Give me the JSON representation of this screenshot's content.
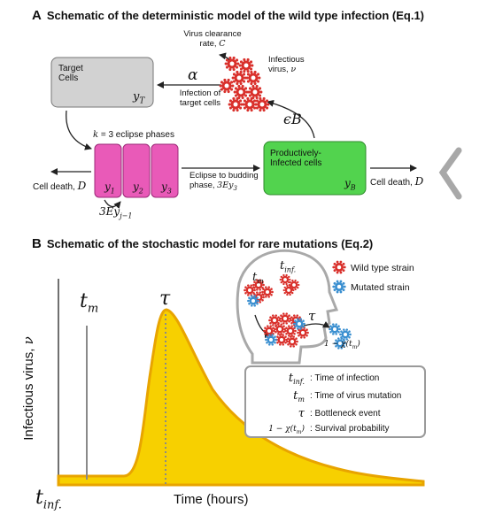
{
  "panel_a": {
    "letter": "A",
    "title": "Schematic of the deterministic model of the wild type infection (Eq.1)",
    "target_cells": {
      "label_line1": "Target",
      "label_line2": "Cells",
      "var": "y",
      "var_sub": "T"
    },
    "virus_clearance": {
      "line1": "Virus clearance",
      "line2_text": "rate, ",
      "line2_var": "C"
    },
    "infectious_virus": {
      "line1": "Infectious",
      "line2_text": "virus, ",
      "line2_var": "ν"
    },
    "alpha": "α",
    "infection_of_target": {
      "line1": "Infection of",
      "line2": "target cells"
    },
    "epsilon_b": "ϵB",
    "eclipse_label": {
      "k": "k",
      "text": " = 3 eclipse phases"
    },
    "eclipse_boxes": [
      {
        "var": "y",
        "sub": "1"
      },
      {
        "var": "y",
        "sub": "2"
      },
      {
        "var": "y",
        "sub": "3"
      }
    ],
    "cell_death_left": {
      "text": "Cell death, ",
      "var": "D"
    },
    "three_e": {
      "main": "3Ey",
      "sub": "j−1"
    },
    "eclipse_to_budding": {
      "line1": "Eclipse to budding",
      "line2_text": "phase, ",
      "line2_var": "3Ey",
      "line2_sub": "3"
    },
    "productive": {
      "line1": "Productively-",
      "line2": "Infected cells",
      "var": "y",
      "var_sub": "B"
    },
    "cell_death_right": {
      "text": "Cell death, ",
      "var": "D"
    }
  },
  "panel_b": {
    "letter": "B",
    "title": "Schematic of the stochastic model for rare mutations (Eq.2)",
    "ylabel": "Infectious virus, ",
    "ylabel_var": "ν",
    "xlabel": "Time (hours)",
    "t_m": {
      "main": "t",
      "sub": "m"
    },
    "tau": "τ",
    "t_inf": {
      "main": "t",
      "sub": "inf."
    },
    "head": {
      "t_inf": {
        "main": "t",
        "sub": "inf."
      },
      "t_m": {
        "main": "t",
        "sub": "m"
      },
      "tau": "τ",
      "survival": "1 − χ(t",
      "survival_sub": "m",
      "survival_end": ")"
    },
    "legend": [
      {
        "label": "Wild type strain",
        "color": "#d9302b"
      },
      {
        "label": "Mutated strain",
        "color": "#3a8fd0"
      }
    ],
    "definitions": [
      {
        "sym": "t",
        "sub": "inf.",
        "text": ": Time of infection"
      },
      {
        "sym": "t",
        "sub": "m",
        "text": ": Time of virus mutation"
      },
      {
        "sym": "τ",
        "sub": "",
        "text": ": Bottleneck event"
      },
      {
        "sym": "1 − χ(t",
        "sub": "m",
        "tail": ")",
        "text": ": Survival probability"
      }
    ],
    "curve_color": "#f2c300",
    "curve_edge": "#e8a400"
  }
}
